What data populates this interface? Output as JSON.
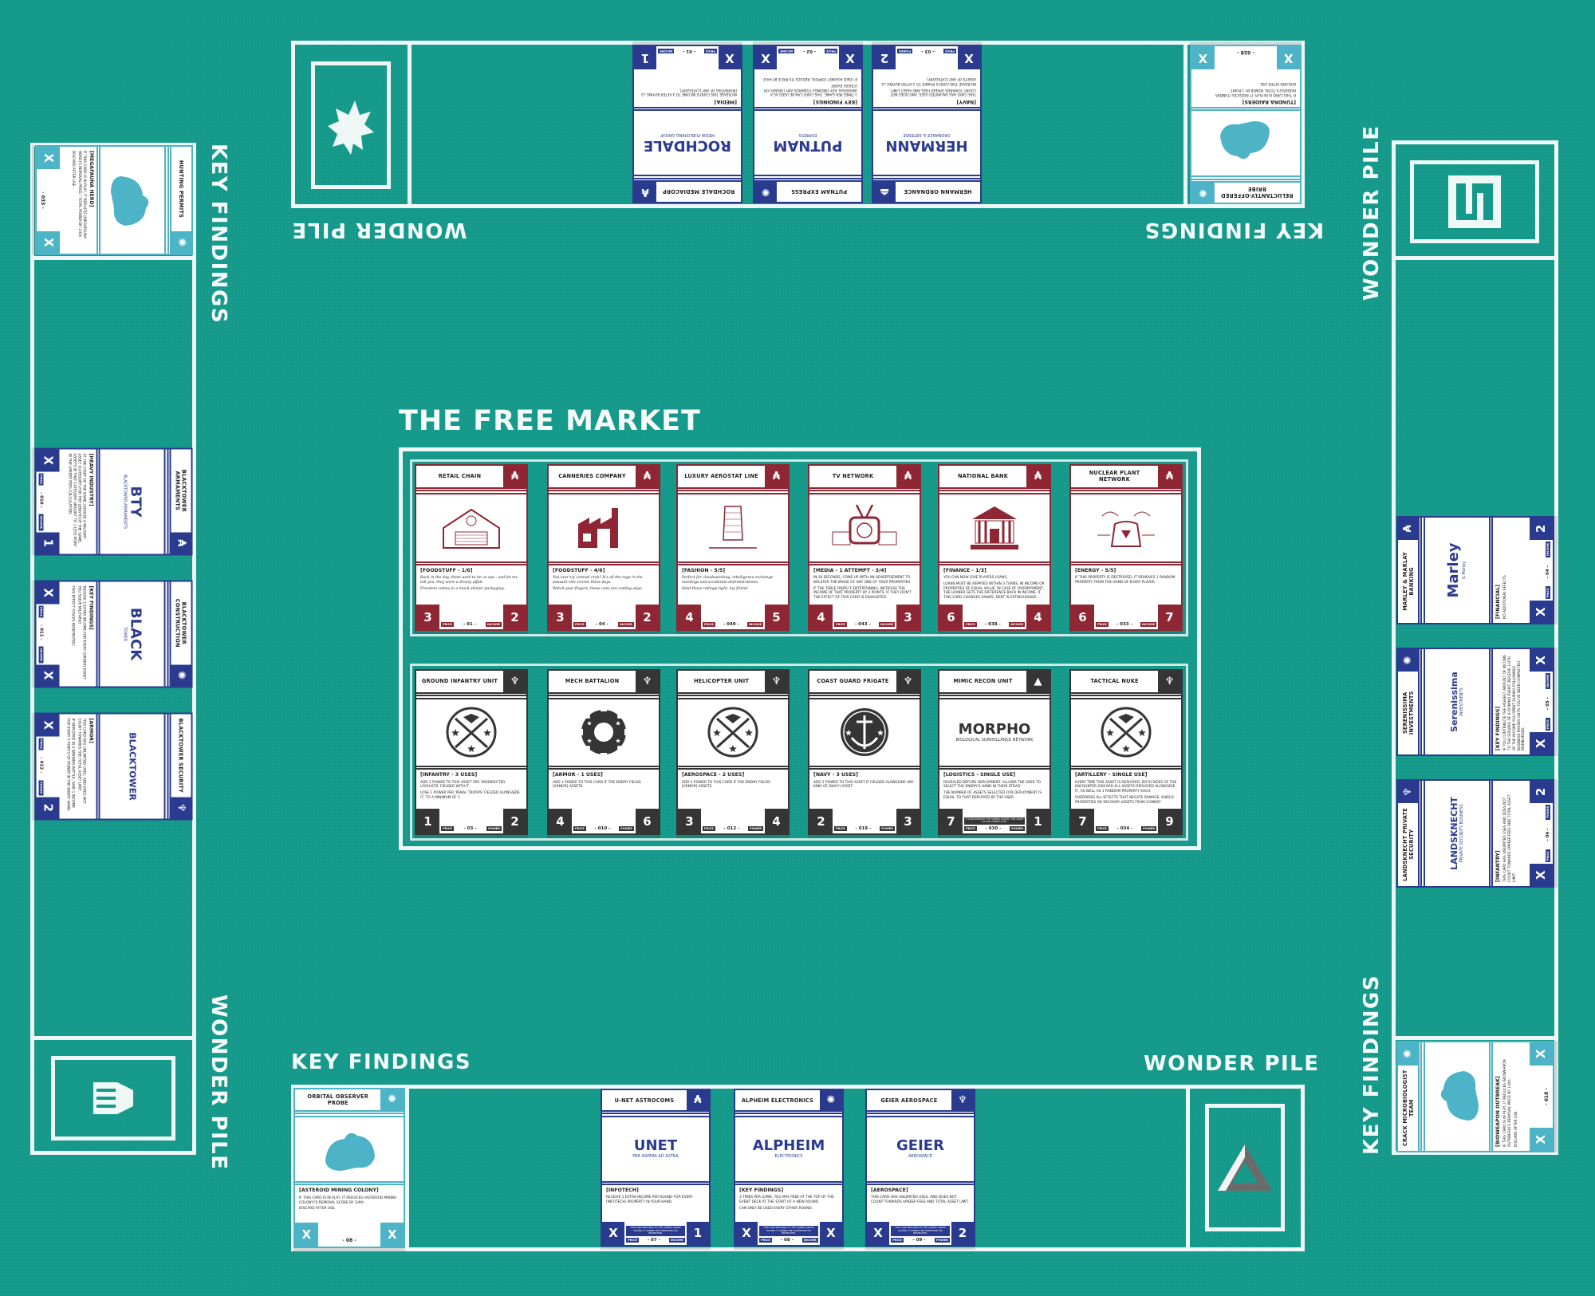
{
  "colors": {
    "felt": "#15998a",
    "property": "#8e2634",
    "asset": "#353535",
    "corporation": "#2a3b8f",
    "key": "#4db3c6"
  },
  "labels": {
    "wonder_pile": "WONDER PILE",
    "key_findings": "KEY FINDINGS",
    "price": "PRICE",
    "income": "INCOME",
    "power": "POWER"
  },
  "market": {
    "title": "THE FREE MARKET",
    "properties": [
      {
        "kind": "property",
        "icon": "aspera-icon",
        "glyph": "₳",
        "art": "building",
        "title": "RETAIL CHAIN",
        "category": "[FOODSTUFF - 1/6]",
        "body": [
          "Back in the day, these used to be co-ops - and let me tell you, they were a dreary affair.",
          "Freedom comes in a much shinier packaging."
        ],
        "left": "3",
        "id": "- 01 -",
        "right": "2",
        "right_label": "INCOME",
        "serif": true
      },
      {
        "kind": "property",
        "icon": "aspera-icon",
        "glyph": "₳",
        "art": "factory",
        "title": "CANNERIES COMPANY",
        "category": "[FOODSTUFF - 4/6]",
        "body": [
          "You ever try canned crab? It's all the rage in the peasant chic circles these days.",
          "Watch your fingers, these cans are cutting edge."
        ],
        "left": "3",
        "id": "- 04 -",
        "right": "2",
        "right_label": "INCOME",
        "serif": true
      },
      {
        "kind": "property",
        "icon": "aspera-icon",
        "glyph": "₳",
        "art": "aerostat",
        "title": "LUXURY AEROSTAT LINE",
        "category": "[FASHION - 5/5]",
        "body": [
          "Perfect for cloudwatching, intelligence exchange meetings and accidental defenestrations.",
          "Hold those railings tight, my friend."
        ],
        "left": "4",
        "id": "- 049 -",
        "right": "5",
        "right_label": "INCOME",
        "serif": true
      },
      {
        "kind": "property",
        "icon": "aspera-icon",
        "glyph": "₳",
        "art": "tv",
        "title": "TV NETWORK",
        "category": "[MEDIA - 1 ATTEMPT - 3/4]",
        "body": [
          "IN 30 SECONDS, COME UP WITH AN ADVERTISEMENT TO BOLSTER THE IMAGE OF ANY ONE OF YOUR PROPERTIES.",
          "IF THE TABLE FINDS IT ENTERTAINING, INCREASE THE INCOME OF THAT PROPERTY BY 2 POINTS. IF THEY DON'T THE EFFECT OF THIS CARD IS EXHAUSTED."
        ],
        "left": "4",
        "id": "- 043 -",
        "right": "3",
        "right_label": "INCOME"
      },
      {
        "kind": "property",
        "icon": "aspera-icon",
        "glyph": "₳",
        "art": "bank",
        "title": "NATIONAL BANK",
        "category": "[FINANCE - 1/3]",
        "body": [
          "YOU CAN NOW GIVE PLAYERS LOANS.",
          "LOANS MUST BE REPAYED WITHIN 3 TURNS, IN INCOME OR PROPERTIES OF EQUAL VALUE. IN CASE OF OVERPAYMENT, THE LOANER GETS THE DIFFERENCE BACK IN INCOME. IF THIS CARD CHANGES HANDS, DEBT IS EXTINGUISHED."
        ],
        "left": "6",
        "id": "- 038 -",
        "right": "4",
        "right_label": "INCOME"
      },
      {
        "kind": "property",
        "icon": "aspera-icon",
        "glyph": "₳",
        "art": "nuclear",
        "title": "NUCLEAR PLANT NETWORK",
        "category": "[ENERGY - 5/5]",
        "body": [
          "IF THIS PROPERTY IS DESTROYED, IT REMOVES 1 RANDOM PROPERTY FROM THE HAND OF EVERY PLAYER."
        ],
        "left": "6",
        "id": "- 033 -",
        "right": "7",
        "right_label": "INCOME"
      }
    ],
    "assets": [
      {
        "kind": "asset",
        "icon": "eagle-icon",
        "glyph": "♆",
        "art": "emblem",
        "title": "GROUND INFANTRY UNIT",
        "category": "[INFANTRY - 3 USES]",
        "body": [
          "ADD 1 POWER TO THIS ASSET PER 'MISDIRECTED LOYALISTS' FIELDED WITH IT.",
          "LOSE 1 POWER PER 'PENAL TROOPS' FIELDED ALONGSIDE IT, TO A MINIMUM OF 1."
        ],
        "left": "1",
        "id": "- 03 -",
        "right": "2",
        "right_label": "POWER"
      },
      {
        "kind": "asset",
        "icon": "eagle-icon",
        "glyph": "♆",
        "art": "gear",
        "title": "MECH BATTALION",
        "category": "[ARMOR - 1 USES]",
        "body": [
          "ADD 1 POWER TO THIS CARD IF THE ENEMY FIELDS [ARMOR] ASSETS."
        ],
        "left": "4",
        "id": "- 010 -",
        "right": "6",
        "right_label": "POWER"
      },
      {
        "kind": "asset",
        "icon": "eagle-icon",
        "glyph": "♆",
        "art": "emblem",
        "title": "HELICOPTER UNIT",
        "category": "[AEROSPACE - 2 USES]",
        "body": [
          "ADD 5 POWER TO THIS CARD IF THE ENEMY FIELDS [ARMOR] ASSETS."
        ],
        "left": "3",
        "id": "- 012 -",
        "right": "4",
        "right_label": "POWER"
      },
      {
        "kind": "asset",
        "icon": "eagle-icon",
        "glyph": "♆",
        "art": "anchor",
        "title": "COAST GUARD FRIGATE",
        "category": "[NAVY - 3 USES]",
        "body": [
          "ADD 1 POWER TO THIS ASSET IF FIELDED ALONGSIDE ANY KIND OF [NAVY] ASSET."
        ],
        "left": "2",
        "id": "- 018 -",
        "right": "3",
        "right_label": "POWER"
      },
      {
        "kind": "asset",
        "icon": "aspera-triangle-icon",
        "glyph": "▲",
        "art": "logo",
        "logo": [
          "MORPHO",
          "BIOLOGICAL SURVEILLANCE NETWORK"
        ],
        "title": "MIMIC RECON UNIT",
        "category": "[LOGISTICS - SINGLE USE]",
        "body": [
          "REVEALED BEFORE DEPLOYMENT. ALLOWS THE USER TO SELECT THE ENEMY'S HAND IN THEIR STEAD.",
          "THE NUMBER OF ASSETS SELECTED FOR DEPLOYMENT IS EQUAL TO THAT DEPLOYED BY THE USER."
        ],
        "note": "IF PURCHASED BY THE ASPERA PLAYER, THIS ASSET HAS NO UPKEEP COST.",
        "left": "7",
        "id": "- 030 -",
        "right": "1",
        "right_label": "POWER"
      },
      {
        "kind": "asset",
        "icon": "eagle-icon",
        "glyph": "♆",
        "art": "emblem",
        "title": "TACTICAL NUKE",
        "category": "[ARTILLERY - SINGLE USE]",
        "body": [
          "EVERY TIME THIS ASSET IS DEPLOYED, BOTH SIDES OF THE ENCOUNTER DISCARD ALL ASSETS DEPLOYED ALONGSIDE IT, AS WELL AS 1 RANDOM PROPERTY EACH.",
          "OVERRIDES ALL EFFECTS THAT NEGATE DAMAGE, SHIELD PROPERTIES OR RECOVER ASSETS FROM COMBAT."
        ],
        "left": "7",
        "id": "- 034 -",
        "right": "9",
        "right_label": "POWER"
      }
    ]
  },
  "top": {
    "cards": [
      {
        "kind": "corporation",
        "icon": "aspera-icon",
        "glyph": "₳",
        "art": "logo",
        "logo": [
          "ROCHDALE",
          "MEDIA PUBLISHING GROUP"
        ],
        "title": "ROCHDALE MEDIACORP",
        "category": "[MEDIA]",
        "body": [
          "INCREASE THIS CARD'S INCOME TO 3 AFTER BUYING x3 PROPERTIES OF ANY [CATEGORY]."
        ],
        "left": "X",
        "id": "- 01 -",
        "right": "1",
        "right_label": "INCOME"
      },
      {
        "kind": "corporation",
        "icon": "network-icon",
        "glyph": "✺",
        "art": "logo",
        "logo": [
          "PUTNAM",
          "EXPRESS"
        ],
        "title": "PUTNAM EXPRESS",
        "category": "[KEY FINDINGS]",
        "body": [
          "3 TIMES PER GAME, THIS CARD CAN BE USED AS A UNIVERSAL KEY FINDINGS TOWARDS ANY [ORDER] OR [CRISIS] EVENT.",
          "IF USED AGAINST [OPPOS], REDUCE ITS PRICE BY HALF."
        ],
        "left": "X",
        "id": "- 02 -",
        "right": "X",
        "right_label": "INCOME"
      },
      {
        "kind": "corporation",
        "icon": "rocket-icon",
        "glyph": "⏏",
        "art": "logo",
        "logo": [
          "HERMANN",
          "ORDNANCE & DEFENSE"
        ],
        "title": "HERMANN ORDNANCE",
        "category": "[NAVY]",
        "body": [
          "THIS CARD HAS UNLIMITED USES, AND DOES NOT COUNT TOWARDS UPKEEP FEES AND ASSET LIMIT.",
          "INCREASE THIS CARD'S POWER TO 3 AFTER BUYING x3 ASSETS OF ANY [CATEGORY]."
        ],
        "left": "X",
        "id": "- 03 -",
        "right": "2",
        "right_label": "POWER"
      }
    ],
    "key_card": {
      "kind": "key",
      "icon": "network-icon",
      "glyph": "✺",
      "art": "silhouette",
      "title": "RELUCTANTLY-OFFERED BRIBE",
      "category": "[TUNDRA RAIDERS]",
      "body": [
        "IF THIS CARD IS IN PLAY, IT REDUCES [TUNDRA RAIDERS]'S TOTAL POWER BY 1 POINT.",
        "DISCARD AFTER USE."
      ],
      "left": "X",
      "id": "- 028 -",
      "right": "X"
    }
  },
  "left": {
    "key_card": {
      "kind": "key",
      "icon": "network-icon",
      "glyph": "✺",
      "art": "silhouette",
      "title": "HUNTING PERMITS",
      "category": "[MEGAFAUNA HERD]",
      "body": [
        "IF THIS CARD IS IN PLAY, IT REDUCES [MEGAFAUNA HERD]'S REMOVAL PRICE / TOTAL POWER BY 1/4th.",
        "DISCARD AFTER USE."
      ],
      "left": "X",
      "id": "- 033 -",
      "right": "X"
    },
    "cards": [
      {
        "kind": "corporation",
        "icon": "aspera-icon",
        "glyph": "₳",
        "art": "logo",
        "logo": [
          "BTY",
          "BLACKTOWER ARMAMENTS"
        ],
        "title": "BLACKTOWER ARMAMENTS",
        "category": "[HEAVY INDUSTRY]",
        "body": [
          "AT THE START OF THE GAME, CHOOSE A MILITARY ASSET [CATEGORY] FOR THE LENGTH OF THE GAME, ASSETS IN THAT CATEGORY AMOUNT TO 1 LESS POINT IN THE UPKEEP FEES CALCULATION."
        ],
        "left": "X",
        "id": "- 010 -",
        "right": "1",
        "right_label": "INCOME"
      },
      {
        "kind": "corporation",
        "icon": "network-icon",
        "glyph": "✺",
        "art": "logo",
        "logo": [
          "BLACK",
          "TOWER"
        ],
        "title": "BLACKTOWER CONSTRUCTION",
        "category": "[KEY FINDINGS]",
        "body": [
          "RECEIVE 1 EXTRA INCOME FOR EVERY [ORDER] EVENT YOU SOLVE MILITARILY.",
          "THIS EFFECT STACKS INDEFINITELY."
        ],
        "left": "X",
        "id": "- 011 -",
        "right": "X",
        "right_label": "INCOME"
      },
      {
        "kind": "corporation",
        "icon": "eagle-icon",
        "glyph": "♆",
        "art": "logo",
        "logo": [
          "BLACKTOWER"
        ],
        "title": "BLACKTOWER SECURITY",
        "category": "[ARMOR]",
        "body": [
          "THIS CARD HAS UNLIMITED USES, AND DOES NOT COUNT TOWARDS THE TOTAL ASSET LIMIT.",
          "IF DEPLOYED IN A WINNING BATTLE, GAIN 1 INCOME FOR EVERY 5 POINTS OF POWER IN THE ENEMY HAND."
        ],
        "left": "X",
        "id": "- 012 -",
        "right": "2",
        "right_label": "POWER"
      }
    ]
  },
  "right": {
    "cards": [
      {
        "kind": "corporation",
        "icon": "aspera-icon",
        "glyph": "₳",
        "art": "logo",
        "logo": [
          "Marley",
          "& Marlay"
        ],
        "title": "MARLEY & MARLAY BANKING",
        "category": "[FINANCIAL]",
        "body": [
          "NO ADDITIONAL EFFECTS"
        ],
        "left": "X",
        "id": "- 04 -",
        "right": "2",
        "right_label": "INCOME"
      },
      {
        "kind": "corporation",
        "icon": "network-icon",
        "glyph": "✺",
        "art": "logo",
        "logo": [
          "Serenissima",
          "INVESTMENTS"
        ],
        "title": "SERENISSIMA INVESTMENTS",
        "category": "[KEY FINDINGS]",
        "body": [
          "IF YOU CONTRIBUTE THE HIGHEST AMOUNT OF INCOME TO THE SOLVING OF A DOMINO EVENT, RECEIVE 1/4TH OF THE INCOME YOU SPENT DURING FOLLOWING BUSINESS PHASES UNTIL YOU'VE BEEN COMPLETELY REIMBURSED."
        ],
        "left": "X",
        "id": "- 05 -",
        "right": "X",
        "right_label": "INCOME"
      },
      {
        "kind": "corporation",
        "icon": "eagle-icon",
        "glyph": "♆",
        "art": "logo",
        "logo": [
          "LANDSKNECHT",
          "PRIVATE SECURITY BUSINESS"
        ],
        "title": "LANDSKNECHT PRIVATE SECURITY",
        "category": "[INFANTRY]",
        "body": [
          "THIS CARD HAS UNLIMITED USES AND DOES NOT COUNT TOWARDS UPKEEP FEES AND TOTAL ASSET LIMIT."
        ],
        "left": "X",
        "id": "- 06 -",
        "right": "2",
        "right_label": "POWER"
      }
    ],
    "key_card": {
      "kind": "key",
      "icon": "network-icon",
      "glyph": "✺",
      "art": "silhouette",
      "title": "CRACK MICROBIOLOGIST TEAM",
      "category": "[BIOWEAPON OUTBREAK]",
      "body": [
        "IF THIS CARD IS IN PLAY, IT REDUCES [BIOWEAPON OUTBREAK]'S REMOVAL PRICE BY 1/4th.",
        "DISCARD AFTER USE."
      ],
      "left": "X",
      "id": "- 018 -",
      "right": "X"
    }
  },
  "bottom": {
    "key_card": {
      "kind": "key",
      "icon": "network-icon",
      "glyph": "✺",
      "art": "silhouette",
      "title": "ORBITAL OBSERVER PROBE",
      "category": "[ASTEROID MINING COLONY]",
      "body": [
        "IF THIS CARD IS IN PLAY, IT REDUCES [ASTEROID MINING COLONY]'S REMOVAL SCORE BY 1/4th.",
        "DISCARD AFTER USE."
      ],
      "left": "X",
      "id": "- 08 -",
      "right": "X"
    },
    "cards": [
      {
        "kind": "corporation",
        "icon": "aspera-icon",
        "glyph": "₳",
        "art": "logo",
        "logo": [
          "UNET",
          "PER ASPERA AD ASTRA"
        ],
        "title": "U-NET ASTROCOMS",
        "category": "[INFOTECH]",
        "body": [
          "RECEIVE 1 EXTRA INCOME PER ROUND FOR EVERY [INFOTECH] PROPERTY IN YOUR HAND."
        ],
        "note": "THIS CARD BELONGS TO THE ASPERA GROUP PLAYER. IT CANNOT BE CONTESTED OR DESTROYED.",
        "left": "X",
        "id": "- 07 -",
        "right": "1",
        "right_label": "INCOME"
      },
      {
        "kind": "corporation",
        "icon": "network-icon",
        "glyph": "✺",
        "art": "logo",
        "logo": [
          "ALPHEIM",
          "ELECTRONICS"
        ],
        "title": "ALPHEIM ELECTRONICS",
        "category": "[KEY FINDINGS]",
        "body": [
          "3 TIMES PER GAME, YOU MAY PEEK AT THE TOP OF THE EVENT DECK AT THE START OF A NEW ROUND.",
          "CAN ONLY BE USED EVERY OTHER ROUND."
        ],
        "note": "THIS CARD BELONGS TO THE ASPERA GROUP PLAYER. IT CANNOT BE CONTESTED OR DESTROYED.",
        "left": "X",
        "id": "- 08 -",
        "right": "X",
        "right_label": "INCOME"
      },
      {
        "kind": "corporation",
        "icon": "eagle-icon",
        "glyph": "♆",
        "art": "logo",
        "logo": [
          "GEIER",
          "AEROSPACE"
        ],
        "title": "GEIER AEROSPACE",
        "category": "[AEROSPACE]",
        "body": [
          "THIS CARD HAS UNLIMITED USES, AND DOES NOT COUNT TOWARDS UPKEEP FEES AND TOTAL ASSET LIMIT."
        ],
        "note": "THIS CARD BELONGS TO THE ASPERA GROUP PLAYER. IT CANNOT BE CONTESTED OR DESTROYED.",
        "left": "X",
        "id": "- 09 -",
        "right": "2",
        "right_label": "POWER"
      }
    ]
  }
}
